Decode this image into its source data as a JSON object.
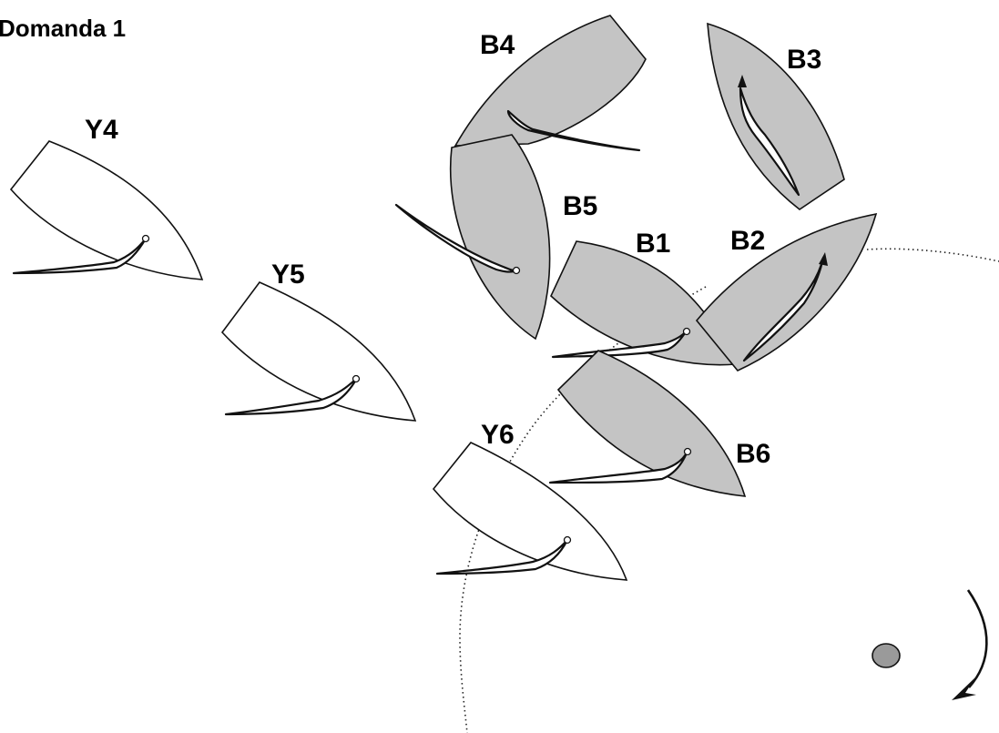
{
  "title": "Domanda 1",
  "colors": {
    "blue_fill": "#c4c4c4",
    "yellow_fill": "#ffffff",
    "mark_fill": "#9a9a9a",
    "outline": "#111111"
  },
  "boats": [
    {
      "id": "Y4",
      "label": "Y4",
      "fleet": "yellow"
    },
    {
      "id": "Y5",
      "label": "Y5",
      "fleet": "yellow"
    },
    {
      "id": "Y6",
      "label": "Y6",
      "fleet": "yellow"
    },
    {
      "id": "B1",
      "label": "B1",
      "fleet": "blue"
    },
    {
      "id": "B2",
      "label": "B2",
      "fleet": "blue"
    },
    {
      "id": "B3",
      "label": "B3",
      "fleet": "blue"
    },
    {
      "id": "B4",
      "label": "B4",
      "fleet": "blue"
    },
    {
      "id": "B5",
      "label": "B5",
      "fleet": "blue"
    },
    {
      "id": "B6",
      "label": "B6",
      "fleet": "blue"
    }
  ],
  "mark": {
    "name": "mark",
    "rounding": "clockwise",
    "zone": "dotted circle"
  }
}
